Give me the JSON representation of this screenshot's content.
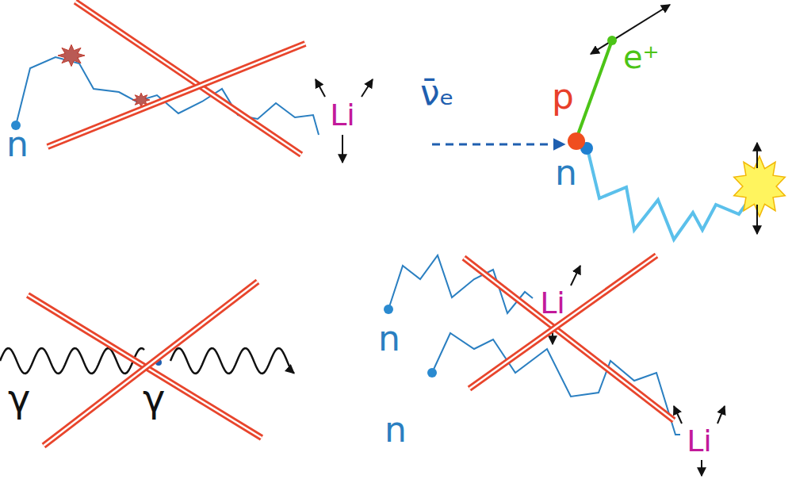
{
  "diagram": {
    "nodes": [
      {
        "text": [
          "Li"
        ]
      },
      {
        "text": [
          "Li"
        ]
      },
      {
        "text": [
          "Li"
        ]
      }
    ],
    "labels": [
      "n",
      "ν̄ₑ",
      "p",
      "e⁺",
      "n",
      "γ",
      "γ",
      "n",
      "n"
    ]
  }
}
